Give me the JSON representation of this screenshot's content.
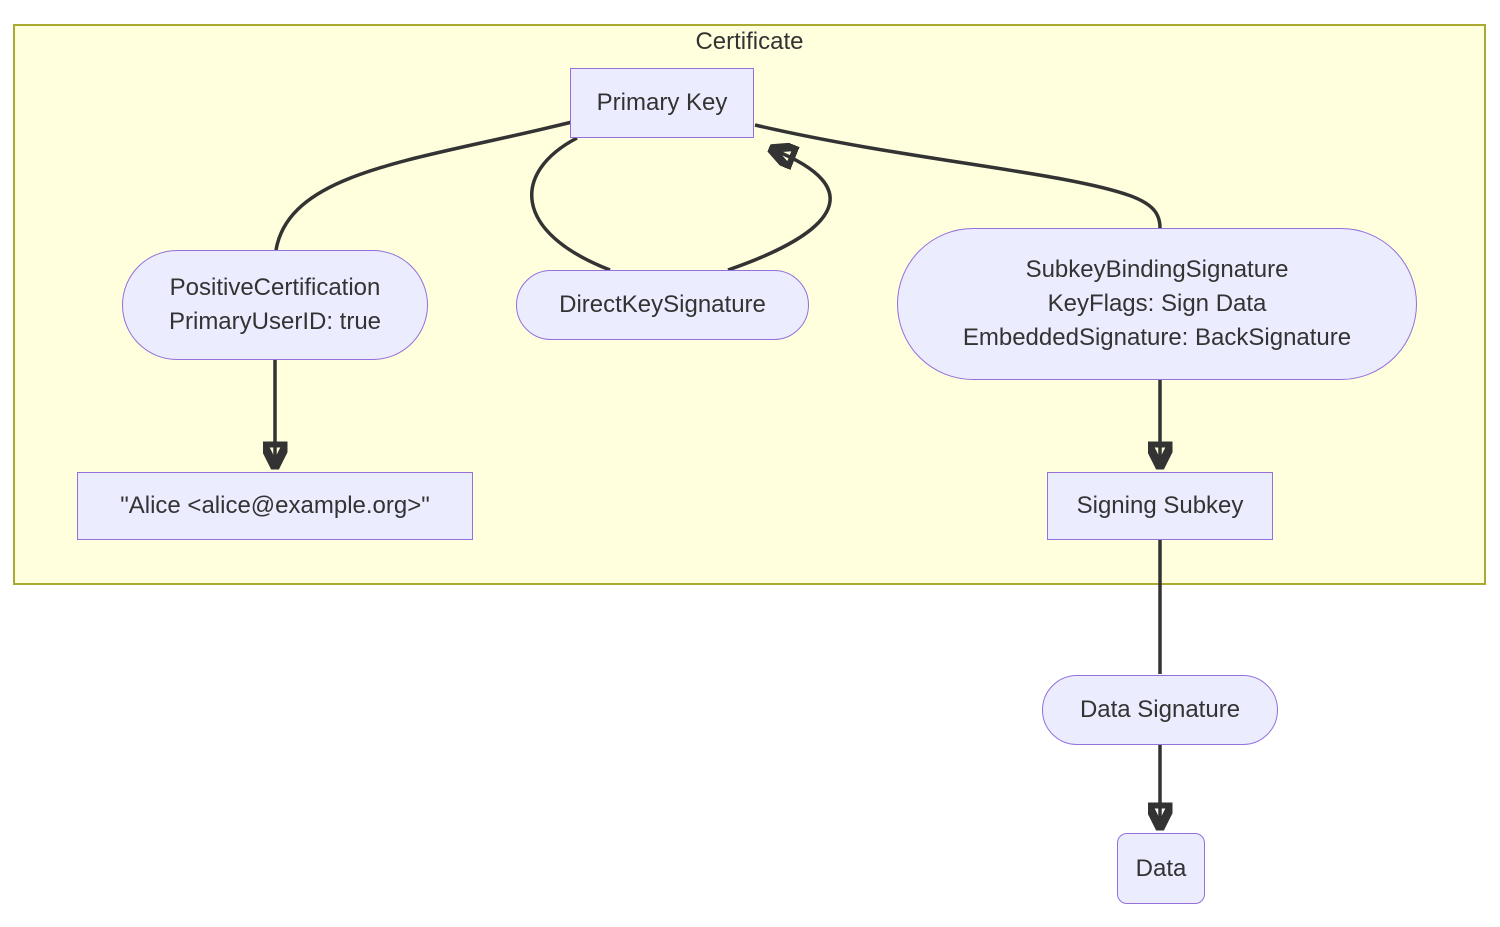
{
  "diagram": {
    "type": "flowchart",
    "cluster_title": "Certificate",
    "nodes": {
      "primary_key": "Primary Key",
      "positive_certification_line1": "PositiveCertification",
      "positive_certification_line2": "PrimaryUserID: true",
      "direct_key_signature": "DirectKeySignature",
      "subkey_binding_line1": "SubkeyBindingSignature",
      "subkey_binding_line2": "KeyFlags: Sign Data",
      "subkey_binding_line3": "EmbeddedSignature: BackSignature",
      "user_id": "\"Alice <alice@example.org>\"",
      "signing_subkey": "Signing Subkey",
      "data_signature": "Data Signature",
      "data": "Data"
    },
    "edges": [
      {
        "from": "primary_key",
        "to": "positive_certification",
        "arrow": false
      },
      {
        "from": "positive_certification",
        "to": "user_id",
        "arrow": true
      },
      {
        "from": "primary_key",
        "to": "direct_key_signature",
        "arrow": false
      },
      {
        "from": "direct_key_signature",
        "to": "primary_key",
        "arrow": true
      },
      {
        "from": "primary_key",
        "to": "subkey_binding_signature",
        "arrow": false
      },
      {
        "from": "subkey_binding_signature",
        "to": "signing_subkey",
        "arrow": true
      },
      {
        "from": "signing_subkey",
        "to": "data_signature",
        "arrow": false
      },
      {
        "from": "data_signature",
        "to": "data",
        "arrow": true
      }
    ],
    "colors": {
      "node_fill": "#ECECFF",
      "node_border": "#9370DB",
      "cluster_fill": "#FFFFDE",
      "cluster_border": "#AAAA33",
      "edge": "#333333",
      "text": "#333333"
    }
  }
}
